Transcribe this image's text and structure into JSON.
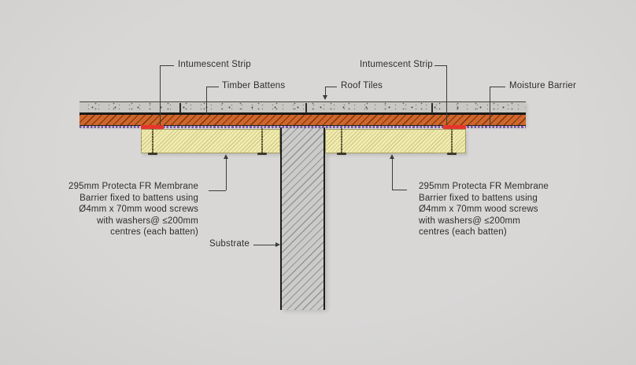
{
  "callouts": {
    "intumescent_strip_left": {
      "label": "Intumescent Strip"
    },
    "timber_battens": {
      "label": "Timber Battens"
    },
    "roof_tiles": {
      "label": "Roof Tiles"
    },
    "intumescent_strip_right": {
      "label": "Intumescent Strip"
    },
    "moisture_barrier": {
      "label": "Moisture Barrier"
    },
    "substrate": {
      "label": "Substrate"
    },
    "membrane_note_left": {
      "lines": [
        "295mm Protecta FR Membrane",
        "Barrier fixed to battens using",
        "Ø4mm x 70mm wood screws",
        "with washers@ ≤200mm",
        "centres (each batten)"
      ]
    },
    "membrane_note_right": {
      "lines": [
        "295mm Protecta FR Membrane",
        "Barrier fixed to battens using",
        "Ø4mm x 70mm wood screws",
        "with washers@ ≤200mm",
        "centres (each batten)"
      ]
    }
  },
  "colors": {
    "background": "#d5d4d3",
    "roof_tiles_fill": "#c9c8c5",
    "battens_fill": "#d0662c",
    "moisture_barrier_line": "#7b58a8",
    "intumescent_strip_fill": "#e8352b",
    "membrane_fill": "#f0ecae",
    "substrate_fill": "#cbcbca",
    "line_color": "#3c3c3c",
    "text_color": "#2d2d2d"
  }
}
